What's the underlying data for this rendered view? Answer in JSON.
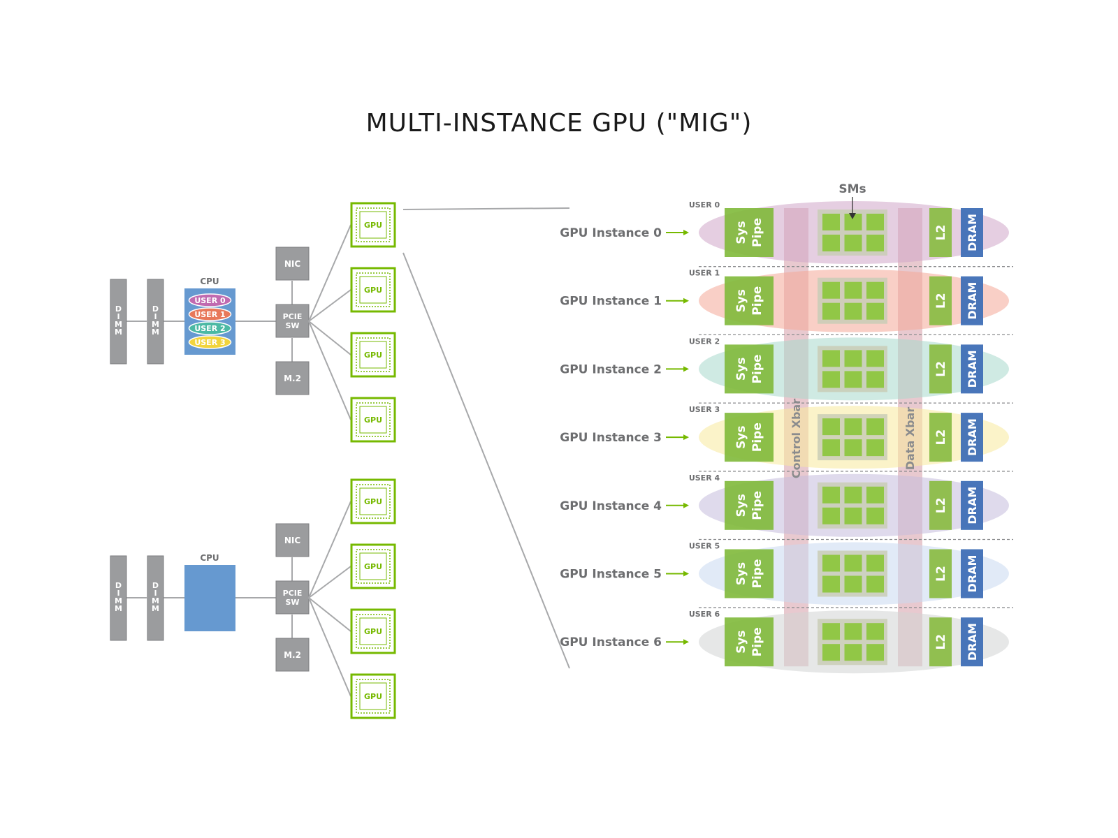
{
  "title": "MULTI-INSTANCE GPU (\"MIG\")",
  "colors": {
    "node_gray": "#9b9c9e",
    "line_gray": "#a7a8aa",
    "gpu_green": "#76b900",
    "cpu_blue": "#6699d0",
    "text_gray": "#6d6e70"
  },
  "left_system": {
    "dimm_label": "DIMM",
    "cpu_label": "CPU",
    "nic_label": "NIC",
    "pcie_label_line1": "PCIE",
    "pcie_label_line2": "SW",
    "m2_label": "M.2",
    "gpu_label": "GPU",
    "cpu_users": [
      {
        "label": "USER 0",
        "color": "#c06ab0"
      },
      {
        "label": "USER 1",
        "color": "#e8785a"
      },
      {
        "label": "USER 2",
        "color": "#4cb9a4"
      },
      {
        "label": "USER 3",
        "color": "#f2d43c"
      }
    ]
  },
  "mig": {
    "sms_label": "SMs",
    "sys_pipe_line1": "Sys",
    "sys_pipe_line2": "Pipe",
    "l2_label": "L2",
    "dram_label": "DRAM",
    "control_xbar": "Control Xbar",
    "data_xbar": "Data Xbar",
    "instances": [
      {
        "user": "USER 0",
        "label": "GPU Instance 0",
        "tint": "#cfa6c8"
      },
      {
        "user": "USER 1",
        "label": "GPU Instance 1",
        "tint": "#f4a898"
      },
      {
        "user": "USER 2",
        "label": "GPU Instance 2",
        "tint": "#a8d8cc"
      },
      {
        "user": "USER 3",
        "label": "GPU Instance 3",
        "tint": "#f8ea9c"
      },
      {
        "user": "USER 4",
        "label": "GPU Instance 4",
        "tint": "#c4bcdc"
      },
      {
        "user": "USER 5",
        "label": "GPU Instance 5",
        "tint": "#c8d8f0"
      },
      {
        "user": "USER 6",
        "label": "GPU Instance 6",
        "tint": "#d2d4d4"
      }
    ]
  }
}
